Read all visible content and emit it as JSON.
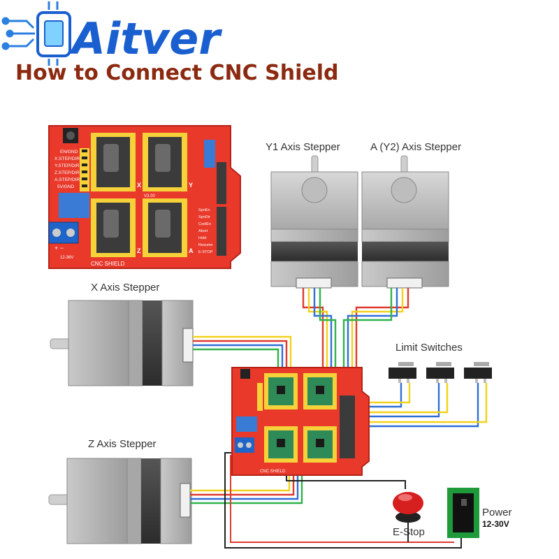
{
  "header": {
    "brand": "Aitver",
    "subtitle": "How to Connect CNC Shield"
  },
  "labels": {
    "y1_stepper": "Y1 Axis Stepper",
    "a_stepper": "A (Y2) Axis Stepper",
    "x_stepper": "X Axis Stepper",
    "z_stepper": "Z Axis Stepper",
    "limit_switches": "Limit Switches",
    "estop": "E-Stop",
    "power_title": "Power",
    "power_voltage": "12-30V"
  },
  "shield": {
    "title": "CNC SHIELD",
    "voltage": "12-36V",
    "pins_left": [
      "EN/GND",
      "X.STEP/DIR",
      "Y.STEP/DIR",
      "Z.STEP/DIR",
      "A.STEP/DIR",
      "5V/GND"
    ],
    "pins_right": [
      "SpnEn",
      "SpnDir",
      "CoolEn",
      "Abort",
      "Hold",
      "Resume",
      "E-STOP"
    ],
    "version": "V3.00",
    "axis_marks": [
      "X",
      "Y",
      "Z",
      "A"
    ]
  },
  "colors": {
    "board_red": "#e8392b",
    "wire_red": "#e03a2e",
    "wire_yellow": "#f2d21a",
    "wire_blue": "#2f6fd6",
    "wire_green": "#2fb24a",
    "driver_green": "#2e8b57",
    "header_yellow": "#f6d23a",
    "brand_blue": "#1a5fd0",
    "subtitle_brown": "#8b2a10"
  }
}
